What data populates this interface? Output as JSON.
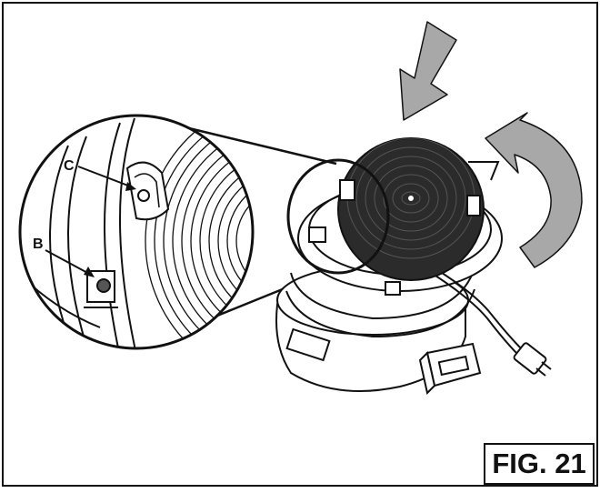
{
  "figure": {
    "label": "FIG. 21",
    "callouts": {
      "c": "C",
      "b": "B"
    },
    "icons": {
      "push_arrow": "down-left-arrow-icon",
      "rotate_arrow": "clockwise-rotate-arrow-icon"
    },
    "colors": {
      "line": "#111111",
      "arrow_fill": "#a8a8a8",
      "plate": "#2b2b2b",
      "background": "#ffffff"
    }
  }
}
